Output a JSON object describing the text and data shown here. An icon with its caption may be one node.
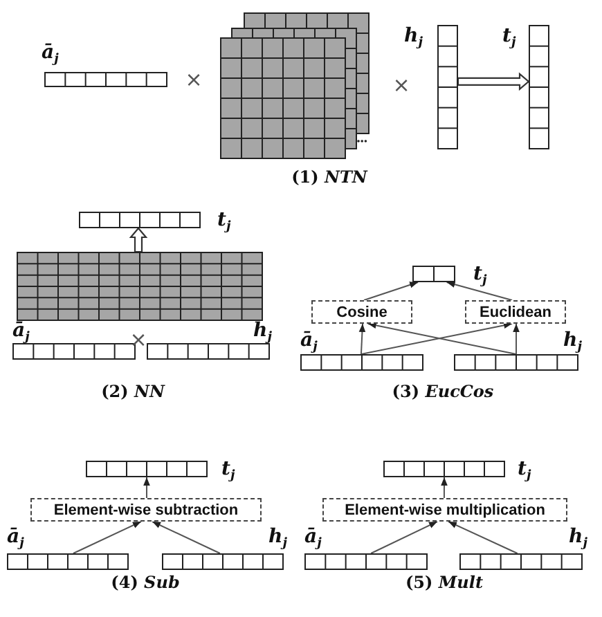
{
  "diagram": {
    "nodes": [
      {
        "text": [],
        "shape": "bar",
        "beside": [
          "ā$_{j}$"
        ]
      },
      {
        "text": [],
        "shape": "grid"
      },
      {
        "text": [],
        "shape": "bar",
        "beside": [
          "h$_{j}$"
        ]
      },
      {
        "text": [],
        "shape": "bar",
        "beside": [
          "t$_{j}$"
        ]
      },
      {
        "text": [],
        "shape": "bar",
        "beside": [
          "t$_{j}$"
        ]
      },
      {
        "text": [],
        "shape": "grid"
      },
      {
        "text": [],
        "shape": "bar",
        "beside": [
          "ā$_{j}$"
        ]
      },
      {
        "text": [],
        "shape": "bar",
        "beside": [
          "h$_{j}$"
        ]
      },
      {
        "text": [],
        "shape": "bar",
        "beside": [
          "t$_{j}$"
        ]
      },
      {
        "text": [
          "Cosine"
        ]
      },
      {
        "text": [
          "Euclidean"
        ]
      },
      {
        "text": [],
        "shape": "bar",
        "beside": [
          "ā$_{j}$"
        ]
      },
      {
        "text": [],
        "shape": "bar",
        "beside": [
          "h$_{j}$"
        ]
      },
      {
        "text": [],
        "shape": "bar",
        "beside": [
          "t$_{j}$"
        ]
      },
      {
        "text": [
          "Element-wise subtraction"
        ]
      },
      {
        "text": [],
        "shape": "bar",
        "beside": [
          "ā$_{j}$"
        ]
      },
      {
        "text": [],
        "shape": "bar",
        "beside": [
          "h$_{j}$"
        ]
      },
      {
        "text": [],
        "shape": "bar",
        "beside": [
          "t$_{j}$"
        ]
      },
      {
        "text": [
          "Element-wise multiplication"
        ]
      },
      {
        "text": [],
        "shape": "bar",
        "beside": [
          "ā$_{j}$"
        ]
      },
      {
        "text": [],
        "shape": "bar",
        "beside": [
          "h$_{j}$"
        ]
      }
    ],
    "edges": [
      {
        "from": 2,
        "to": 3,
        "arrow": "to"
      },
      {
        "from": 5,
        "to": 4,
        "arrow": "to"
      },
      {
        "from": 11,
        "to": 9,
        "arrow": "to"
      },
      {
        "from": 11,
        "to": 10,
        "arrow": "to"
      },
      {
        "from": 12,
        "to": 9,
        "arrow": "to"
      },
      {
        "from": 12,
        "to": 10,
        "arrow": "to"
      },
      {
        "from": 9,
        "to": 8,
        "arrow": "to"
      },
      {
        "from": 10,
        "to": 8,
        "arrow": "to"
      },
      {
        "from": 15,
        "to": 14,
        "arrow": "to"
      },
      {
        "from": 16,
        "to": 14,
        "arrow": "to"
      },
      {
        "from": 14,
        "to": 13,
        "arrow": "to"
      },
      {
        "from": 19,
        "to": 18,
        "arrow": "to"
      },
      {
        "from": 20,
        "to": 18,
        "arrow": "to"
      },
      {
        "from": 18,
        "to": 17,
        "arrow": "to"
      }
    ],
    "labels": [
      "×",
      "×",
      "(1) *NTN*",
      "×",
      "(2) *NN*",
      "(3) *EucCos*",
      "(4) *Sub*",
      "(5) *Mult*"
    ]
  }
}
